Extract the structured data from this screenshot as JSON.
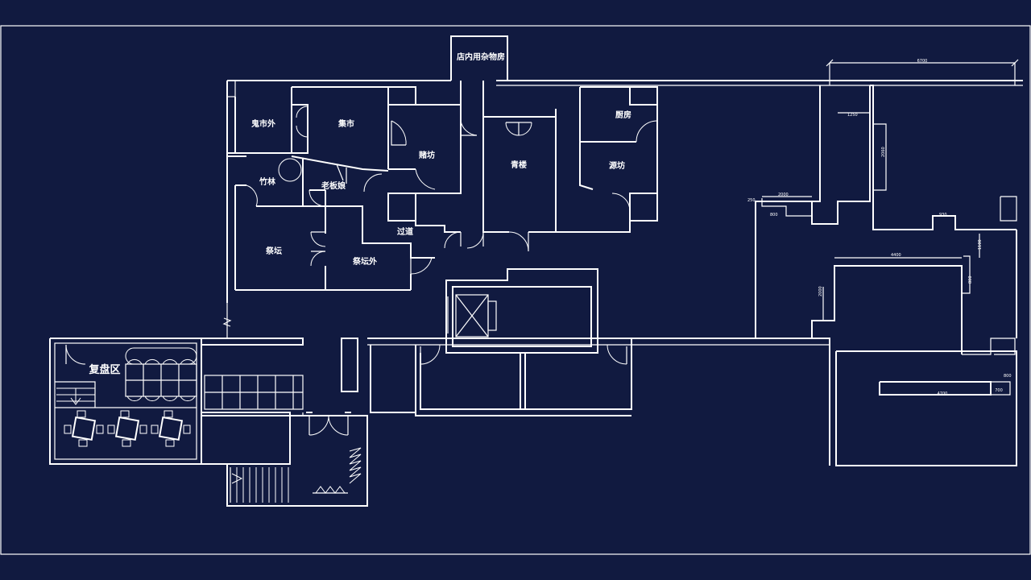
{
  "colors": {
    "background": "#111a40",
    "line": "#ffffff"
  },
  "rooms": {
    "storage": "店内用杂物房",
    "ghost_market_outside": "鬼市外",
    "market": "集市",
    "gambling": "赌坊",
    "qinglou": "青楼",
    "kitchen": "厨房",
    "source_workshop": "源坊",
    "bamboo_forest": "竹林",
    "boss_room": "老板娘",
    "altar": "祭坛",
    "altar_outside": "祭坛外",
    "corridor": "过道",
    "review_area": "复盘区"
  },
  "dimensions": {
    "top_span": "6700",
    "d1": "1250",
    "d2": "2060",
    "d3": "2000",
    "d4": "800",
    "d5": "930",
    "d6": "4400",
    "d7": "2000",
    "d8": "1100",
    "d9": "800",
    "d10": "4700",
    "d11": "700",
    "d12": "800",
    "d13": "250"
  }
}
